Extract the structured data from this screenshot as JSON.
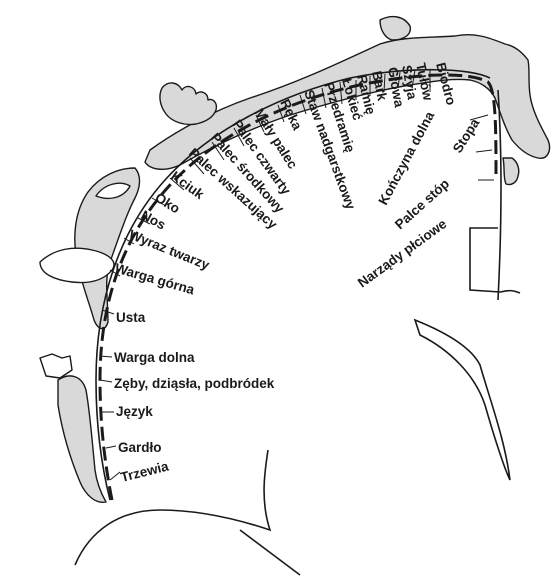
{
  "colors": {
    "figure_fill": "#d9d9d9",
    "ink": "#1a1a1a",
    "background": "#ffffff"
  },
  "labels": {
    "biodro": "Biodro",
    "tulow": "Tułów",
    "szyja": "Szyja",
    "glowa": "Głowa",
    "bark": "Bark",
    "ramie": "Ramię",
    "lokiec": "Łokieć",
    "przedramie": "Przedramię",
    "staw_nadgarstkowy": "Staw nadgarstkowy",
    "reka": "Ręka",
    "maly_palec": "Mały palec",
    "palec_czwarty": "Palec czwarty",
    "palec_srodkowy": "Palec środkowy",
    "palec_wskazujacy": "Palec wskazujący",
    "kciuk": "Kciuk",
    "oko": "Oko",
    "nos": "Nos",
    "wyraz_twarzy": "Wyraz twarzy",
    "warga_gorna": "Warga górna",
    "usta": "Usta",
    "warga_dolna": "Warga dolna",
    "zeby": "Zęby, dziąsła, podbródek",
    "jezyk": "Język",
    "gardlo": "Gardło",
    "trzewia": "Trzewia",
    "konczyna_dolna": "Kończyna dolna",
    "stopa": "Stopa",
    "palce_stop": "Palce stóp",
    "narzady_plciowe": "Narządy płciowe"
  }
}
